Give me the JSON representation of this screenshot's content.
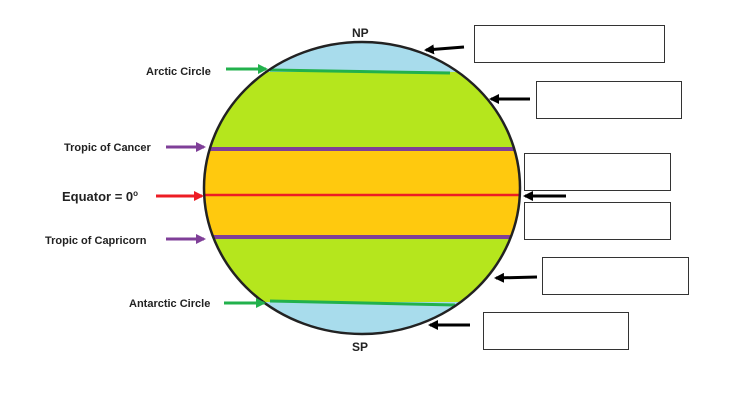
{
  "poles": {
    "north": "NP",
    "south": "SP"
  },
  "labels": {
    "arctic": "Arctic Circle",
    "cancer": "Tropic of Cancer",
    "equator_text": "Equator = 0",
    "equator_sup": "o",
    "capricorn": "Tropic of Capricorn",
    "antarctic": "Antarctic Circle"
  },
  "answer_boxes": [
    "",
    "",
    "",
    "",
    "",
    ""
  ],
  "colors": {
    "polar_zone": "#a8dcec",
    "temperate_zone": "#b5e61d",
    "tropical_zone": "#ffc90e",
    "arctic_line": "#22b14c",
    "tropic_line": "#7f3f98",
    "equator_line": "#ed1c24",
    "pointer": "#000000"
  }
}
